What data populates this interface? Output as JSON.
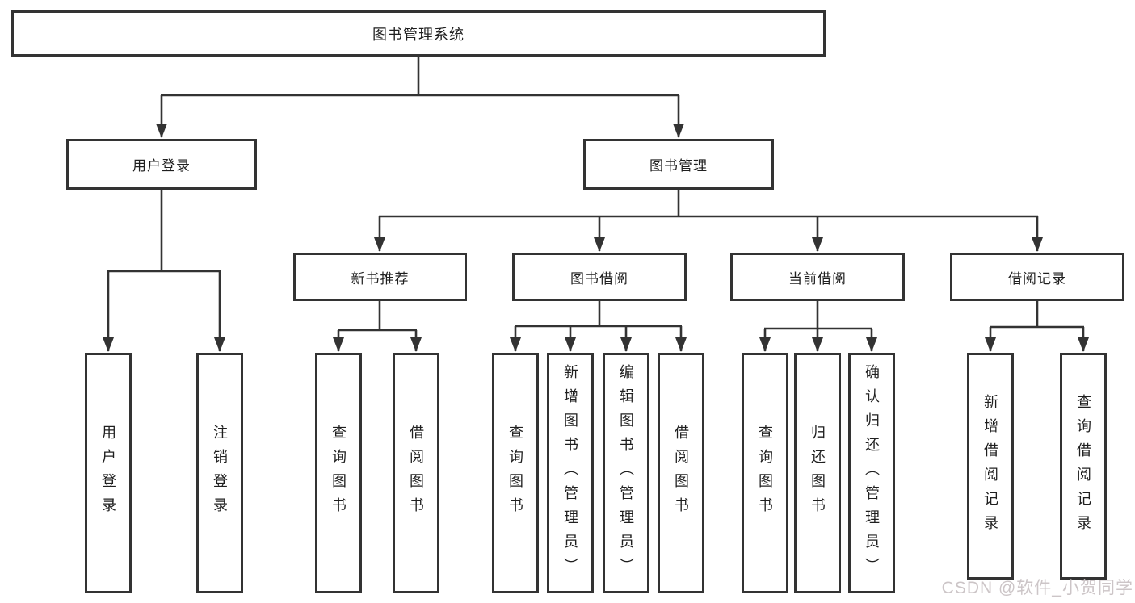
{
  "tree": {
    "label": "图书管理系统",
    "children": [
      {
        "label": "用户登录",
        "children": [
          {
            "label": "用户登录"
          },
          {
            "label": "注销登录"
          }
        ]
      },
      {
        "label": "图书管理",
        "children": [
          {
            "label": "新书推荐",
            "children": [
              {
                "label": "查询图书"
              },
              {
                "label": "借阅图书"
              }
            ]
          },
          {
            "label": "图书借阅",
            "children": [
              {
                "label": "查询图书"
              },
              {
                "label": "新增图书（管理员）"
              },
              {
                "label": "编辑图书（管理员）"
              },
              {
                "label": "借阅图书"
              }
            ]
          },
          {
            "label": "当前借阅",
            "children": [
              {
                "label": "查询图书"
              },
              {
                "label": "归还图书"
              },
              {
                "label": "确认归还（管理员）"
              }
            ]
          },
          {
            "label": "借阅记录",
            "children": [
              {
                "label": "新增借阅记录"
              },
              {
                "label": "查询借阅记录"
              }
            ]
          }
        ]
      }
    ]
  },
  "watermark": {
    "text": "CSDN @软件_小贺同学"
  },
  "colors": {
    "line": "#333333",
    "text": "#1f1f1f",
    "watermark": "#ccc5c7",
    "background": "#ffffff"
  }
}
